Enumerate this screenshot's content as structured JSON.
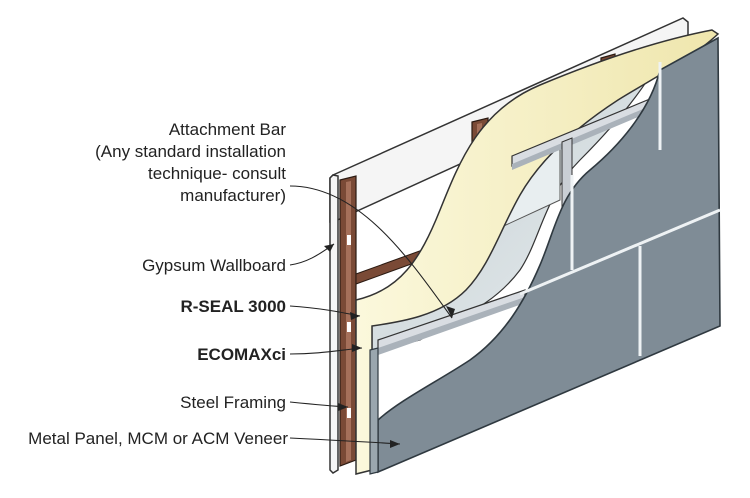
{
  "labels": {
    "attachment": [
      "Attachment Bar",
      "(Any standard installation",
      "technique- consult",
      "manufacturer)"
    ],
    "gypsum": "Gypsum Wallboard",
    "rseal": "R-SEAL 3000",
    "ecomax": "ECOMAXci",
    "steel": "Steel Framing",
    "metal": "Metal Panel, MCM or ACM Veneer"
  },
  "colors": {
    "metal_panel": "#7f8c96",
    "insulation": "#f4efc2",
    "steel_stud": "#7a4a36",
    "glass_wool": "#dfe7ea",
    "gypsum": "#f3f3f3",
    "outline": "#333333"
  }
}
